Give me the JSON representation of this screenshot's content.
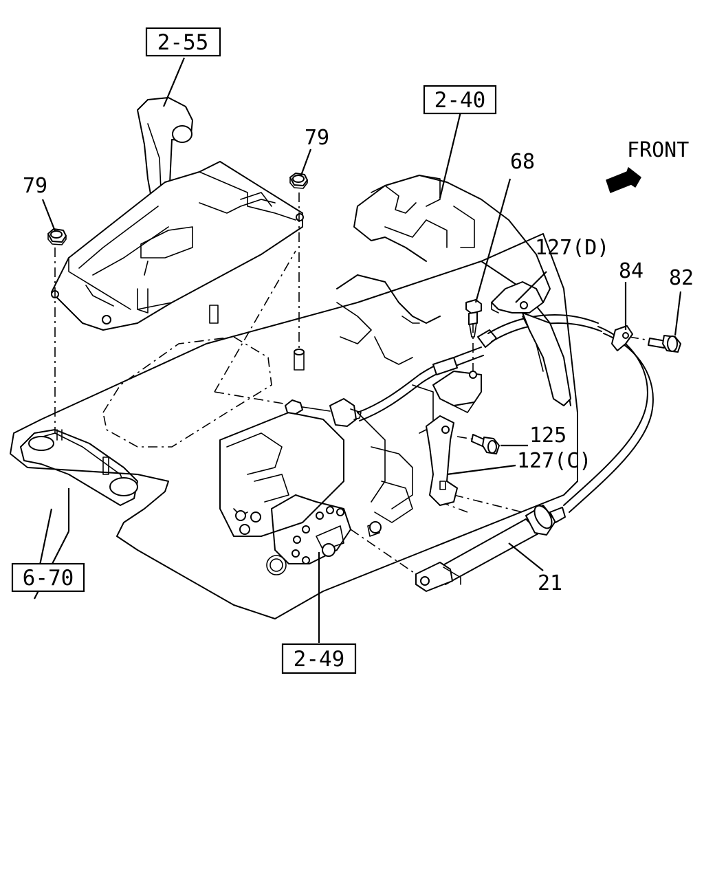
{
  "direction": {
    "label": "FRONT",
    "icon": "front-arrow-icon"
  },
  "ref_boxes": {
    "r2_55": "2-55",
    "r2_40": "2-40",
    "r6_70": "6-70",
    "r2_49": "2-49"
  },
  "callouts": {
    "p79_left": "79",
    "p79_right": "79",
    "p68": "68",
    "p127d": "127(D)",
    "p84": "84",
    "p82": "82",
    "p125": "125",
    "p127c": "127(C)",
    "p21": "21"
  }
}
